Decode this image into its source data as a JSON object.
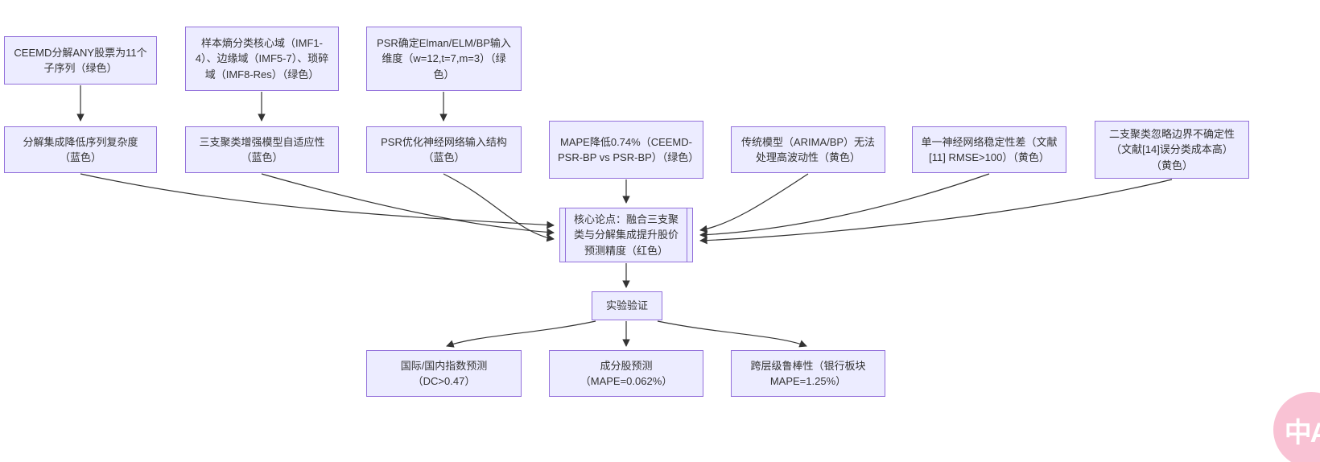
{
  "diagram": {
    "nodes": {
      "a1": {
        "label": "CEEMD分解ANY股票为11个子序列（绿色）"
      },
      "a2": {
        "label": "样本熵分类核心域（IMF1-4）、边缘域（IMF5-7）、琐碎域（IMF8-Res）（绿色）"
      },
      "a3": {
        "label": "PSR确定Elman/ELM/BP输入维度（w=12,t=7,m=3）（绿色）"
      },
      "b1": {
        "label": "分解集成降低序列复杂度（蓝色）"
      },
      "b2": {
        "label": "三支聚类增强模型自适应性（蓝色）"
      },
      "b3": {
        "label": "PSR优化神经网络输入结构（蓝色）"
      },
      "b4": {
        "label": "MAPE降低0.74%（CEEMD-PSR-BP vs PSR-BP）（绿色）"
      },
      "b5": {
        "label": "传统模型（ARIMA/BP）无法处理高波动性（黄色）"
      },
      "b6": {
        "label": "单一神经网络稳定性差（文献[11] RMSE>100）（黄色）"
      },
      "b7": {
        "label": "二支聚类忽略边界不确定性（文献[14]误分类成本高）（黄色）"
      },
      "core": {
        "label": "核心论点：融合三支聚类与分解集成提升股价预测精度（红色）"
      },
      "exp": {
        "label": "实验验证"
      },
      "c1": {
        "label": "国际/国内指数预测（DC>0.47）"
      },
      "c2": {
        "label": "成分股预测（MAPE=0.062%）"
      },
      "c3": {
        "label": "跨层级鲁棒性（银行板块 MAPE=1.25%）"
      }
    },
    "colors": {
      "node_fill": "#ECECFF",
      "node_border": "#9370DB",
      "text": "#333333",
      "edge": "#333333",
      "badge_pink": "#F9C2D4"
    },
    "badge": {
      "label": "中A"
    }
  }
}
